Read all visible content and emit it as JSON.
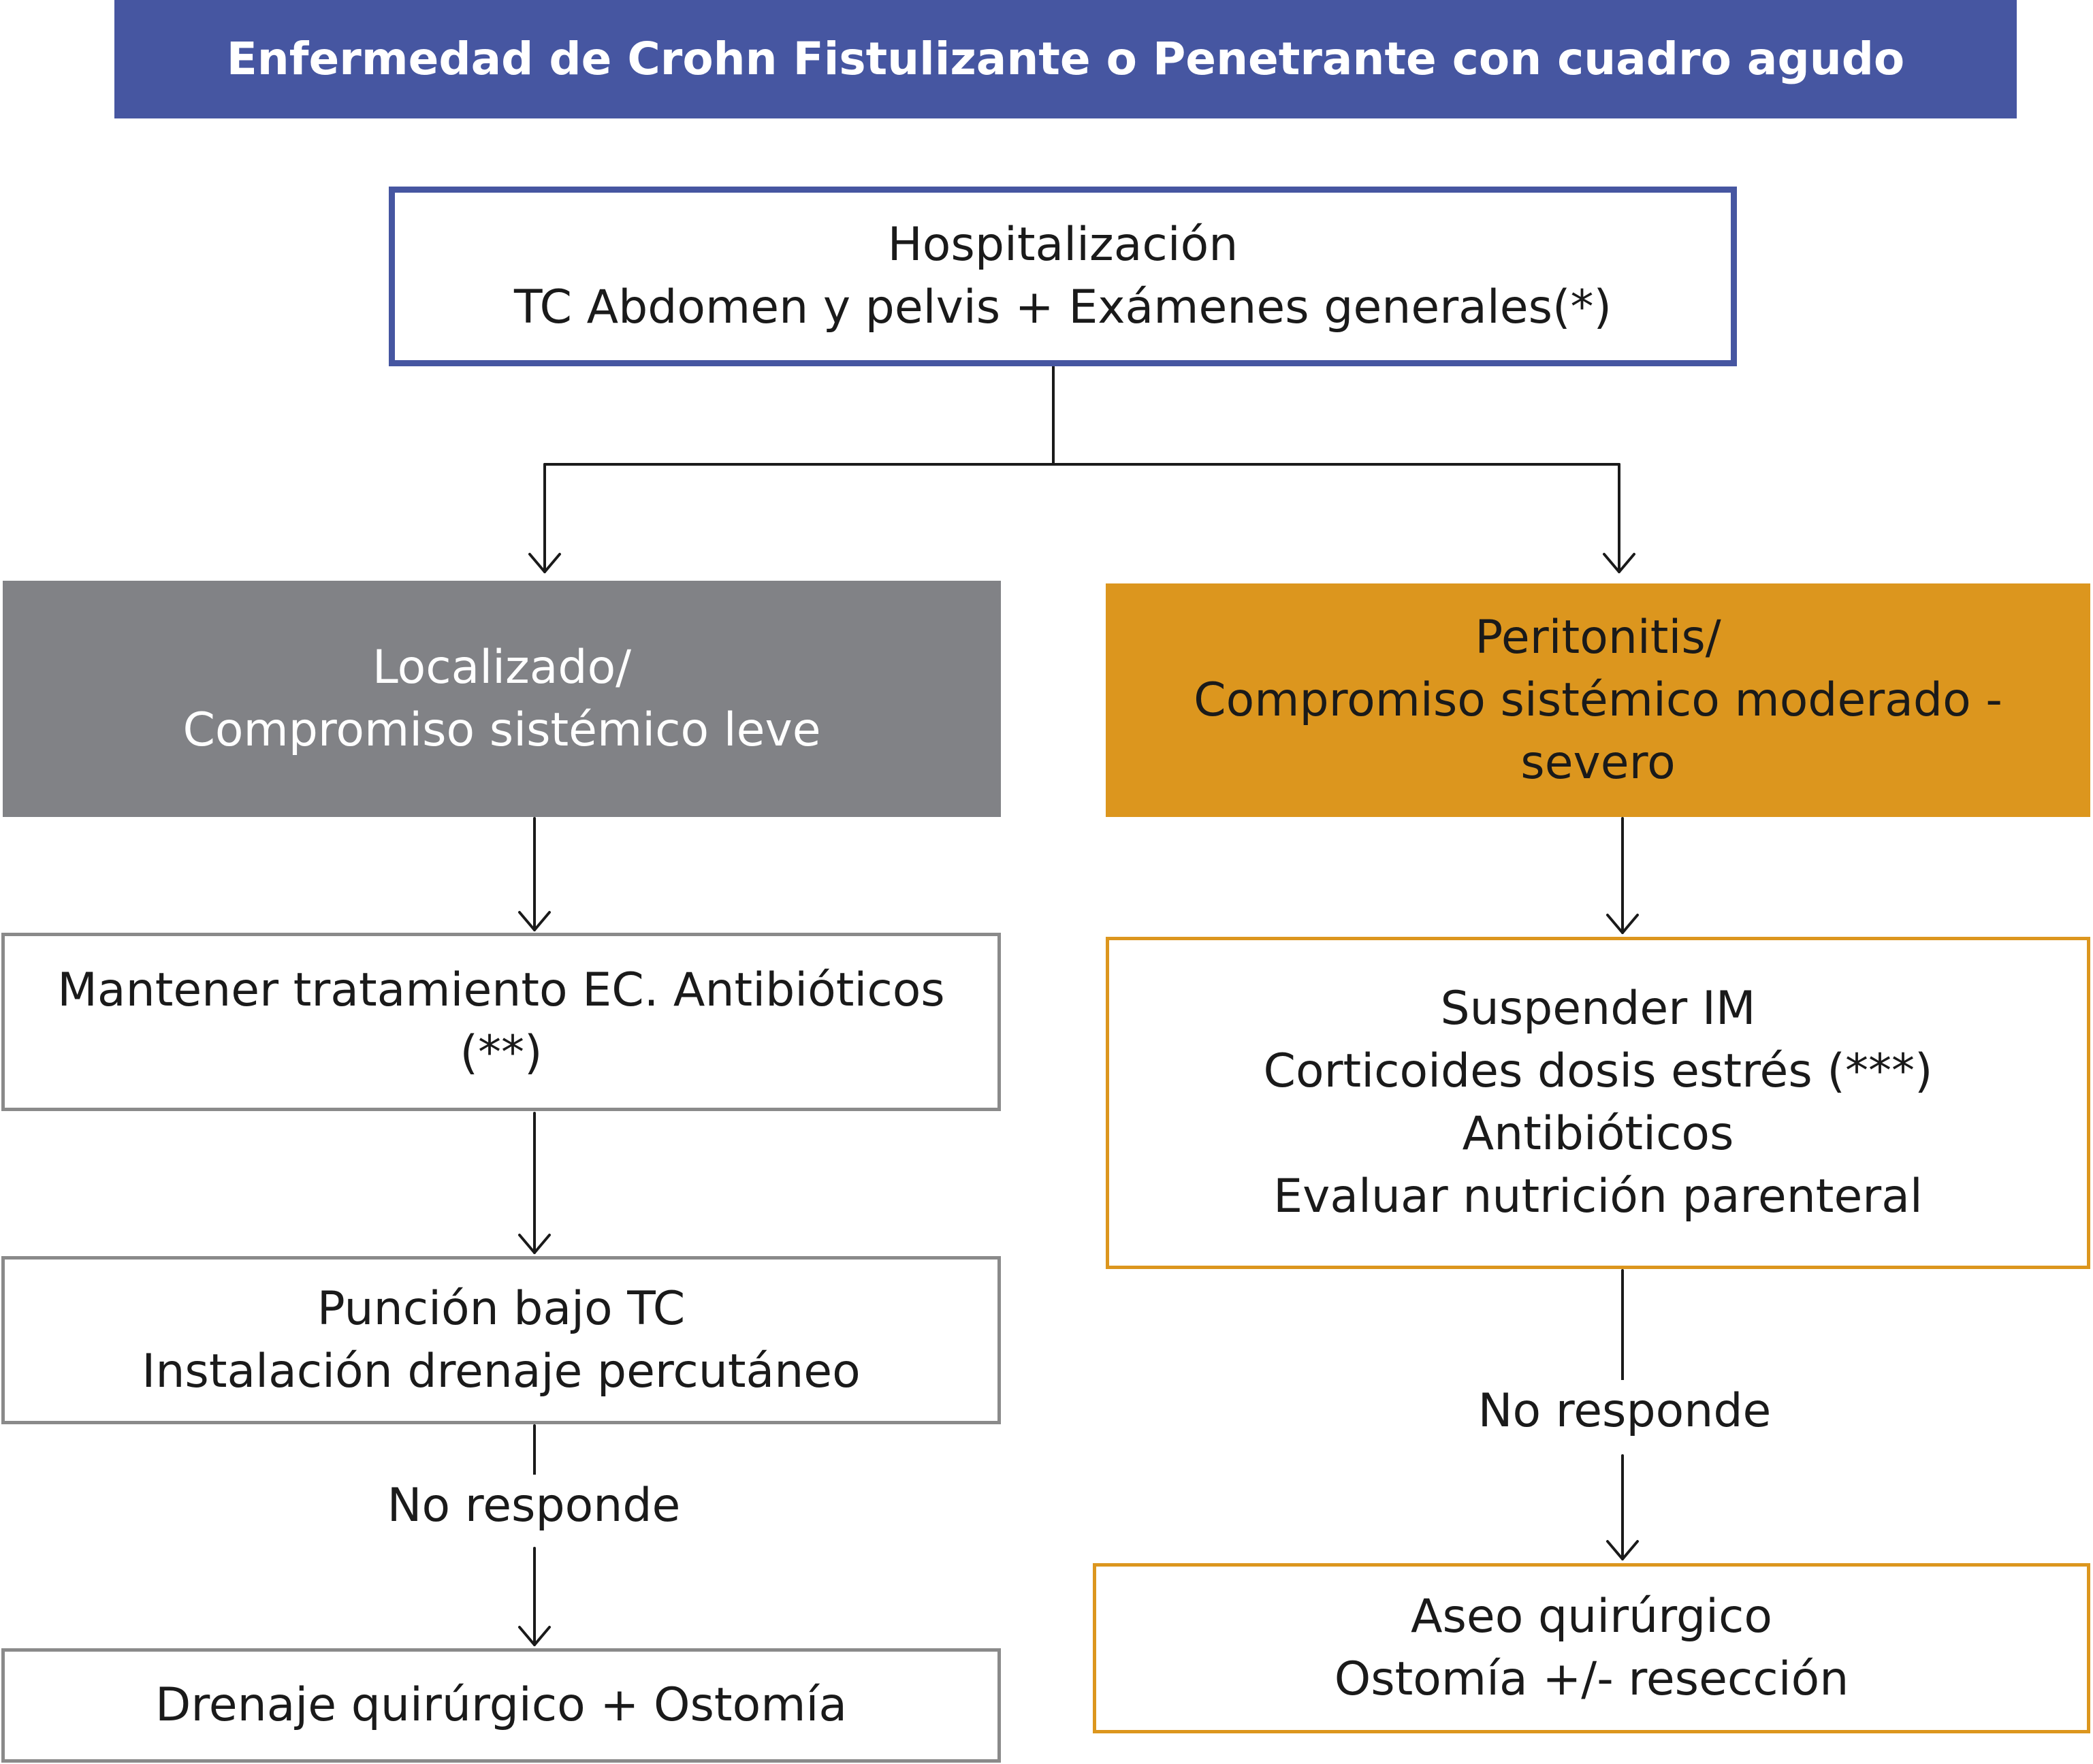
{
  "title": "Enfermedad de Crohn Fistulizante o Penetrante con cuadro agudo",
  "hospitalizacion": {
    "line1": "Hospitalización",
    "line2": "TC Abdomen y pelvis + Exámenes generales(*)"
  },
  "localizado": {
    "line1": "Localizado/",
    "line2": "Compromiso sistémico leve"
  },
  "peritonitis": {
    "line1": "Peritonitis/",
    "line2": "Compromiso sistémico moderado -",
    "line3": "severo"
  },
  "mantener": {
    "line1": "Mantener tratamiento EC. Antibióticos",
    "line2": "(**)"
  },
  "puncion": {
    "line1": "Punción bajo TC",
    "line2": "Instalación drenaje percutáneo"
  },
  "no_responde_left": "No responde",
  "drenaje": "Drenaje quirúrgico + Ostomía",
  "suspender": {
    "line1": "Suspender IM",
    "line2": "Corticoides dosis estrés (***)",
    "line3": "Antibióticos",
    "line4": "Evaluar nutrición parenteral"
  },
  "no_responde_right": "No responde",
  "aseo": {
    "line1": "Aseo quirúrgico",
    "line2": "Ostomía +/- resección"
  },
  "colors": {
    "header_blue": "#4656a1",
    "grey": "#818286",
    "orange": "#dc961e"
  }
}
